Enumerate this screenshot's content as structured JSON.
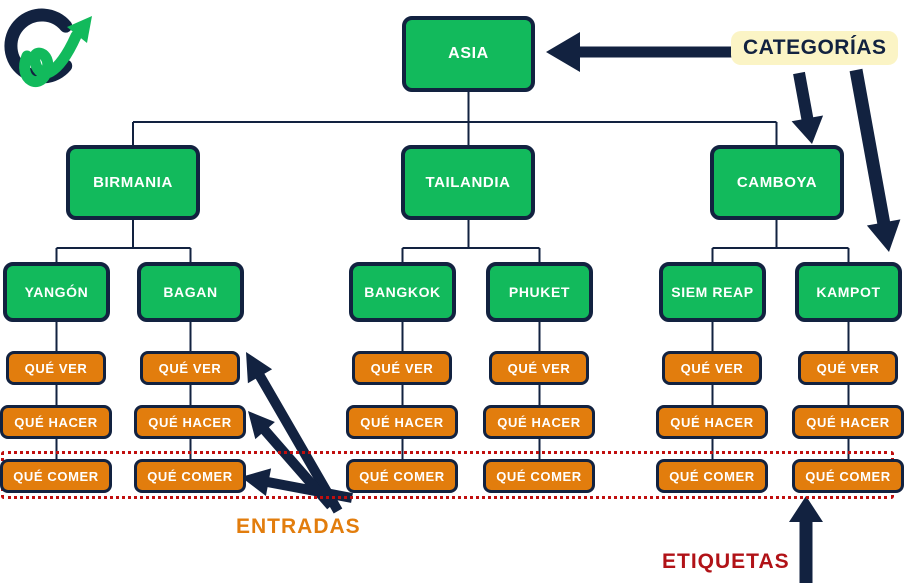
{
  "palette": {
    "node_green": "#12BA5C",
    "node_orange": "#E27D0D",
    "outline_navy": "#122240",
    "label_yellow_bg": "#FBF4C5",
    "entries_label_orange": "#E27D0D",
    "tags_label_red": "#B11217",
    "dotted_frame_red": "#C00E0E",
    "box_text": "#FFFFFF"
  },
  "logo": {
    "name": "brand-logo-c-with-growth-arrow",
    "c_color": "#122240",
    "arrow_color": "#12BA5C"
  },
  "tree": {
    "root": {
      "label": "ASIA"
    },
    "countries": [
      {
        "label": "BIRMANIA"
      },
      {
        "label": "TAILANDIA"
      },
      {
        "label": "CAMBOYA"
      }
    ],
    "cities": [
      {
        "label": "YANGÓN",
        "parent": "BIRMANIA"
      },
      {
        "label": "BAGAN",
        "parent": "BIRMANIA"
      },
      {
        "label": "BANGKOK",
        "parent": "TAILANDIA"
      },
      {
        "label": "PHUKET",
        "parent": "TAILANDIA"
      },
      {
        "label": "SIEM REAP",
        "parent": "CAMBOYA"
      },
      {
        "label": "KAMPOT",
        "parent": "CAMBOYA"
      }
    ],
    "entry_rows": [
      "QUÉ VER",
      "QUÉ HACER",
      "QUÉ COMER"
    ]
  },
  "annotations": {
    "categories_label": "CATEGORÍAS",
    "entries_label": "ENTRADAS",
    "tags_label": "ETIQUETAS"
  }
}
